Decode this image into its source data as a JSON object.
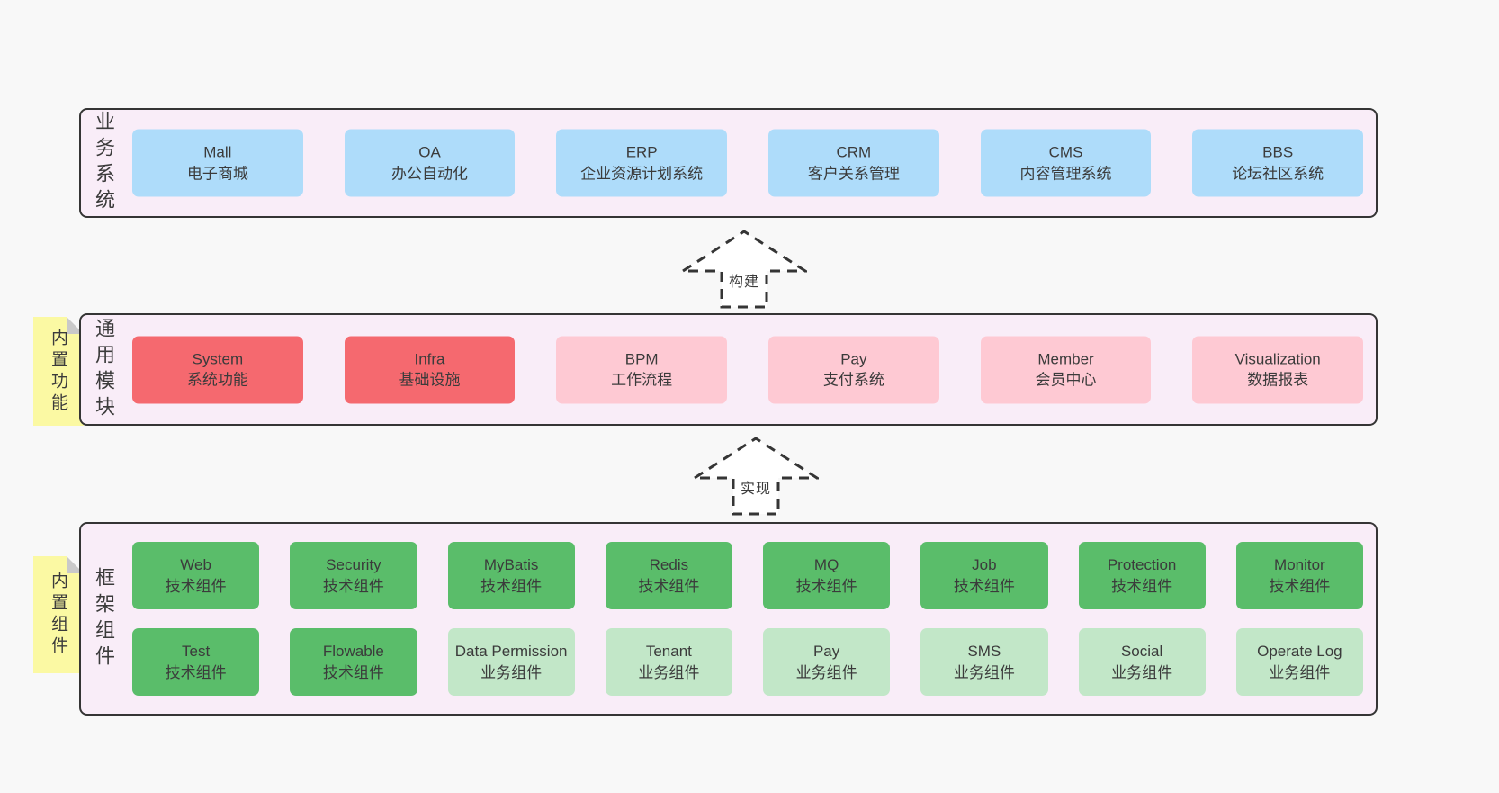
{
  "colors": {
    "page_bg": "#f8f8f8",
    "container_bg": "#f9edf8",
    "container_border": "#353535",
    "blue": "#aedcfa",
    "red": "#f5696f",
    "pink": "#fec9d3",
    "green": "#5abd6a",
    "lightgreen": "#c2e7c8",
    "sticky_yellow": "#fbf9a3",
    "text": "#3b3b3b"
  },
  "arrows": [
    {
      "label": "构建"
    },
    {
      "label": "实现"
    }
  ],
  "layers": {
    "business": {
      "label": "业务系统",
      "boxes": [
        {
          "title": "Mall",
          "subtitle": "电子商城",
          "variant": "blue"
        },
        {
          "title": "OA",
          "subtitle": "办公自动化",
          "variant": "blue"
        },
        {
          "title": "ERP",
          "subtitle": "企业资源计划系统",
          "variant": "blue"
        },
        {
          "title": "CRM",
          "subtitle": "客户关系管理",
          "variant": "blue"
        },
        {
          "title": "CMS",
          "subtitle": "内容管理系统",
          "variant": "blue"
        },
        {
          "title": "BBS",
          "subtitle": "论坛社区系统",
          "variant": "blue"
        }
      ]
    },
    "modules": {
      "label": "通用模块",
      "sticky": "内置功能",
      "boxes": [
        {
          "title": "System",
          "subtitle": "系统功能",
          "variant": "red"
        },
        {
          "title": "Infra",
          "subtitle": "基础设施",
          "variant": "red"
        },
        {
          "title": "BPM",
          "subtitle": "工作流程",
          "variant": "pink"
        },
        {
          "title": "Pay",
          "subtitle": "支付系统",
          "variant": "pink"
        },
        {
          "title": "Member",
          "subtitle": "会员中心",
          "variant": "pink"
        },
        {
          "title": "Visualization",
          "subtitle": "数据报表",
          "variant": "pink"
        }
      ]
    },
    "components": {
      "label": "框架组件",
      "sticky": "内置组件",
      "rows": [
        [
          {
            "title": "Web",
            "subtitle": "技术组件",
            "variant": "green"
          },
          {
            "title": "Security",
            "subtitle": "技术组件",
            "variant": "green"
          },
          {
            "title": "MyBatis",
            "subtitle": "技术组件",
            "variant": "green"
          },
          {
            "title": "Redis",
            "subtitle": "技术组件",
            "variant": "green"
          },
          {
            "title": "MQ",
            "subtitle": "技术组件",
            "variant": "green"
          },
          {
            "title": "Job",
            "subtitle": "技术组件",
            "variant": "green"
          },
          {
            "title": "Protection",
            "subtitle": "技术组件",
            "variant": "green"
          },
          {
            "title": "Monitor",
            "subtitle": "技术组件",
            "variant": "green"
          }
        ],
        [
          {
            "title": "Test",
            "subtitle": "技术组件",
            "variant": "green"
          },
          {
            "title": "Flowable",
            "subtitle": "技术组件",
            "variant": "green"
          },
          {
            "title": "Data Permission",
            "subtitle": "业务组件",
            "variant": "lightgreen"
          },
          {
            "title": "Tenant",
            "subtitle": "业务组件",
            "variant": "lightgreen"
          },
          {
            "title": "Pay",
            "subtitle": "业务组件",
            "variant": "lightgreen"
          },
          {
            "title": "SMS",
            "subtitle": "业务组件",
            "variant": "lightgreen"
          },
          {
            "title": "Social",
            "subtitle": "业务组件",
            "variant": "lightgreen"
          },
          {
            "title": "Operate Log",
            "subtitle": "业务组件",
            "variant": "lightgreen"
          }
        ]
      ]
    }
  }
}
